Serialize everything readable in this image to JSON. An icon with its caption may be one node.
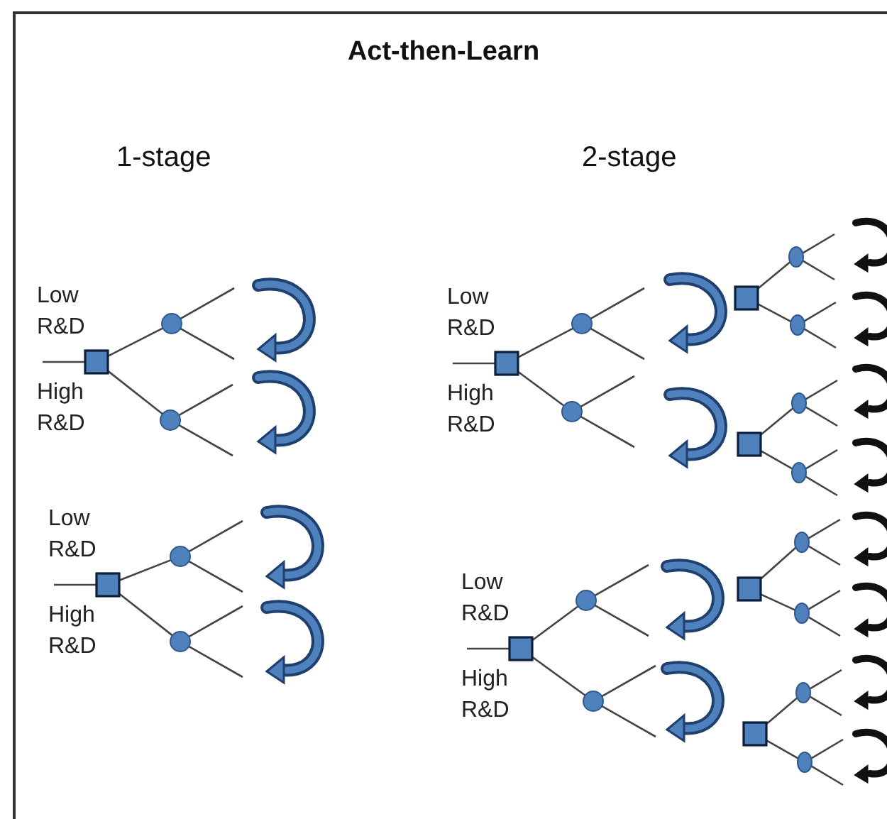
{
  "diagram": {
    "title": "Act-then-Learn",
    "nodes": [
      {
        "text": [],
        "shape": "box"
      },
      {
        "text": [],
        "shape": "circle"
      },
      {
        "text": [],
        "shape": "circle"
      },
      {
        "text": [],
        "shape": "box"
      },
      {
        "text": [],
        "shape": "circle"
      },
      {
        "text": [],
        "shape": "circle"
      },
      {
        "text": [],
        "shape": "box"
      },
      {
        "text": [],
        "shape": "circle"
      },
      {
        "text": [],
        "shape": "circle"
      },
      {
        "text": [],
        "shape": "box"
      },
      {
        "text": [],
        "shape": "circle"
      },
      {
        "text": [],
        "shape": "circle"
      },
      {
        "text": [],
        "shape": "box"
      },
      {
        "text": [],
        "shape": "circle"
      },
      {
        "text": [],
        "shape": "circle"
      },
      {
        "text": [],
        "shape": "box"
      },
      {
        "text": [],
        "shape": "circle"
      },
      {
        "text": [],
        "shape": "circle"
      },
      {
        "text": [],
        "shape": "box"
      },
      {
        "text": [],
        "shape": "circle"
      },
      {
        "text": [],
        "shape": "circle"
      },
      {
        "text": [],
        "shape": "box"
      },
      {
        "text": [],
        "shape": "circle"
      },
      {
        "text": [],
        "shape": "circle"
      }
    ],
    "edges": [
      {
        "from": null,
        "to": 0,
        "arrow": "none"
      },
      {
        "from": 0,
        "to": 1,
        "arrow": "none",
        "label": "Low R&D"
      },
      {
        "from": 0,
        "to": 2,
        "arrow": "none",
        "label": "High R&D"
      },
      {
        "from": 1,
        "to": null,
        "arrow": "none"
      },
      {
        "from": 1,
        "to": null,
        "arrow": "none"
      },
      {
        "from": 2,
        "to": null,
        "arrow": "none"
      },
      {
        "from": 2,
        "to": null,
        "arrow": "none"
      },
      {
        "from": null,
        "to": 3,
        "arrow": "none"
      },
      {
        "from": 3,
        "to": 4,
        "arrow": "none",
        "label": "Low R&D"
      },
      {
        "from": 3,
        "to": 5,
        "arrow": "none",
        "label": "High R&D"
      },
      {
        "from": 4,
        "to": null,
        "arrow": "none"
      },
      {
        "from": 4,
        "to": null,
        "arrow": "none"
      },
      {
        "from": 5,
        "to": null,
        "arrow": "none"
      },
      {
        "from": 5,
        "to": null,
        "arrow": "none"
      },
      {
        "from": null,
        "to": 6,
        "arrow": "none"
      },
      {
        "from": 6,
        "to": 7,
        "arrow": "none",
        "label": "Low R&D"
      },
      {
        "from": 6,
        "to": 8,
        "arrow": "none",
        "label": "High R&D"
      },
      {
        "from": 7,
        "to": null,
        "arrow": "none"
      },
      {
        "from": 7,
        "to": null,
        "arrow": "none"
      },
      {
        "from": 8,
        "to": null,
        "arrow": "none"
      },
      {
        "from": 8,
        "to": null,
        "arrow": "none"
      },
      {
        "from": 9,
        "to": 10,
        "arrow": "none"
      },
      {
        "from": 9,
        "to": 11,
        "arrow": "none"
      },
      {
        "from": 10,
        "to": null,
        "arrow": "none"
      },
      {
        "from": 10,
        "to": null,
        "arrow": "none"
      },
      {
        "from": 11,
        "to": null,
        "arrow": "none"
      },
      {
        "from": 11,
        "to": null,
        "arrow": "none"
      },
      {
        "from": 12,
        "to": 13,
        "arrow": "none"
      },
      {
        "from": 12,
        "to": 14,
        "arrow": "none"
      },
      {
        "from": 13,
        "to": null,
        "arrow": "none"
      },
      {
        "from": 13,
        "to": null,
        "arrow": "none"
      },
      {
        "from": 14,
        "to": null,
        "arrow": "none"
      },
      {
        "from": 14,
        "to": null,
        "arrow": "none"
      },
      {
        "from": null,
        "to": 15,
        "arrow": "none"
      },
      {
        "from": 15,
        "to": 16,
        "arrow": "none",
        "label": "Low R&D"
      },
      {
        "from": 15,
        "to": 17,
        "arrow": "none",
        "label": "High R&D"
      },
      {
        "from": 16,
        "to": null,
        "arrow": "none"
      },
      {
        "from": 16,
        "to": null,
        "arrow": "none"
      },
      {
        "from": 17,
        "to": null,
        "arrow": "none"
      },
      {
        "from": 17,
        "to": null,
        "arrow": "none"
      },
      {
        "from": 18,
        "to": 19,
        "arrow": "none"
      },
      {
        "from": 18,
        "to": 20,
        "arrow": "none"
      },
      {
        "from": 19,
        "to": null,
        "arrow": "none"
      },
      {
        "from": 19,
        "to": null,
        "arrow": "none"
      },
      {
        "from": 20,
        "to": null,
        "arrow": "none"
      },
      {
        "from": 20,
        "to": null,
        "arrow": "none"
      },
      {
        "from": 21,
        "to": 22,
        "arrow": "none"
      },
      {
        "from": 21,
        "to": 23,
        "arrow": "none"
      },
      {
        "from": 22,
        "to": null,
        "arrow": "none"
      },
      {
        "from": 22,
        "to": null,
        "arrow": "none"
      },
      {
        "from": 23,
        "to": null,
        "arrow": "none"
      },
      {
        "from": 23,
        "to": null,
        "arrow": "none"
      }
    ],
    "labels": [
      "1-stage",
      "2-stage"
    ]
  }
}
